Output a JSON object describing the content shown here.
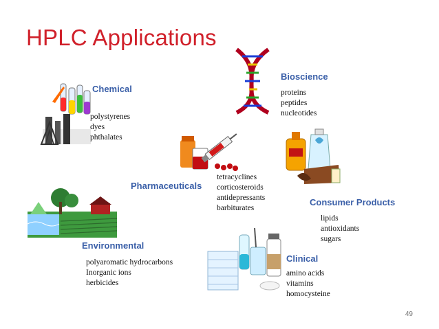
{
  "slide": {
    "title": "HPLC Applications",
    "page_number": "49",
    "sections": {
      "chemical": {
        "label": "Chemical",
        "items": [
          "polystyrenes",
          "dyes",
          "phthalates"
        ]
      },
      "bioscience": {
        "label": "Bioscience",
        "items": [
          "proteins",
          "peptides",
          "nucleotides"
        ]
      },
      "pharmaceuticals": {
        "label": "Pharmaceuticals",
        "items": [
          "tetracyclines",
          "corticosteroids",
          "antidepressants",
          "barbiturates"
        ]
      },
      "consumer_products": {
        "label": "Consumer Products",
        "items": [
          "lipids",
          "antioxidants",
          "sugars"
        ]
      },
      "environmental": {
        "label": "Environmental",
        "items": [
          "polyaromatic hydrocarbons",
          "Inorganic ions",
          "herbicides"
        ]
      },
      "clinical": {
        "label": "Clinical",
        "items": [
          "amino acids",
          "vitamins",
          "homocysteine"
        ]
      }
    }
  },
  "colors": {
    "title": "#d0202a",
    "category": "#3a5fa8"
  },
  "icons": {
    "chemical": "chemistry-flasks-factory-icon",
    "bioscience": "dna-helix-icon",
    "pharmaceuticals": "syringe-pill-bottle-icon",
    "consumer_products": "consumer-bottles-icon",
    "environmental": "farm-landscape-icon",
    "clinical": "lab-vials-icon"
  }
}
